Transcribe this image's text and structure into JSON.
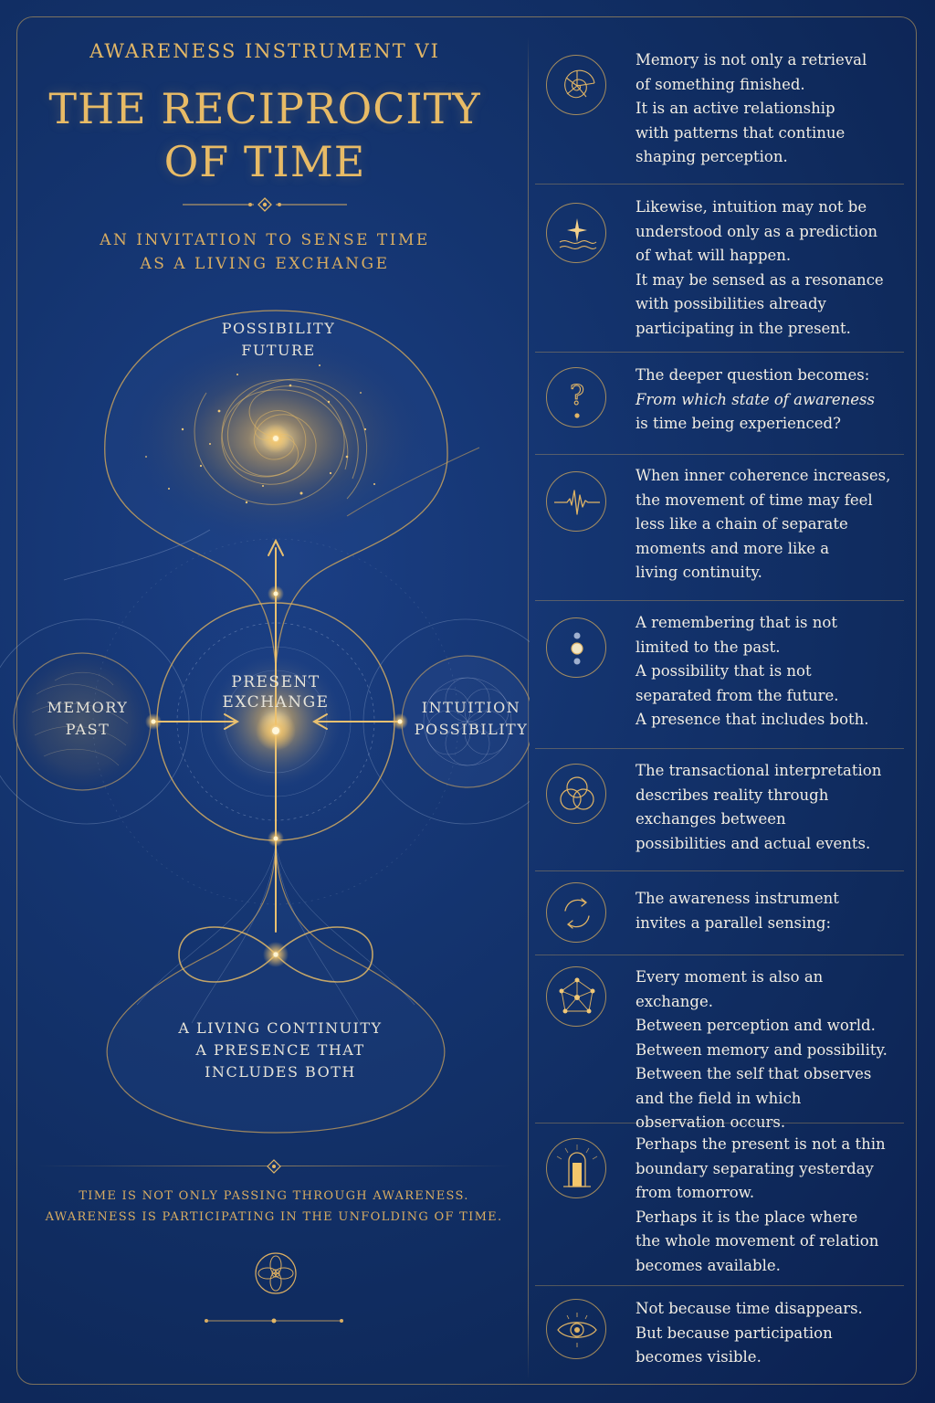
{
  "kicker": "AWARENESS INSTRUMENT VI",
  "title_line1": "THE RECIPROCITY",
  "title_line2": "OF TIME",
  "subtitle_line1": "AN INVITATION TO SENSE TIME",
  "subtitle_line2": "AS A LIVING EXCHANGE",
  "diagram": {
    "top_line1": "POSSIBILITY",
    "top_line2": "FUTURE",
    "left_line1": "MEMORY",
    "left_line2": "PAST",
    "center_line1": "PRESENT",
    "center_line2": "EXCHANGE",
    "right_line1": "INTUITION",
    "right_line2": "POSSIBILITY",
    "bottom_line1": "A LIVING CONTINUITY",
    "bottom_line2": "A PRESENCE THAT",
    "bottom_line3": "INCLUDES BOTH"
  },
  "closing_line1": "TIME IS NOT ONLY PASSING THROUGH AWARENESS.",
  "closing_line2": "AWARENESS IS PARTICIPATING IN THE UNFOLDING OF TIME.",
  "entries": [
    {
      "icon": "nautilus-icon",
      "lines": [
        "Memory is not only a retrieval",
        "of something finished.",
        "It is an active relationship",
        "with patterns that continue",
        "shaping perception."
      ]
    },
    {
      "icon": "star-wave-icon",
      "lines": [
        "Likewise, intuition may not be",
        "understood only as a prediction",
        "of what will happen.",
        "It may be sensed as a resonance",
        "with possibilities already",
        "participating in the present."
      ]
    },
    {
      "icon": "question-icon",
      "lines": [
        "The deeper question becomes:",
        "From which state of awareness",
        "is time being experienced?"
      ]
    },
    {
      "icon": "pulse-icon",
      "lines": [
        "When inner coherence increases,",
        "the movement of time may feel",
        "less like a chain of separate",
        "moments and more like a",
        "living continuity."
      ]
    },
    {
      "icon": "three-dots-icon",
      "lines": [
        "A remembering that is not",
        "limited to the past.",
        "A possibility that is not",
        "separated from the future.",
        "A presence that includes both."
      ]
    },
    {
      "icon": "triple-circle-icon",
      "lines": [
        "The transactional interpretation",
        "describes reality through",
        "exchanges between",
        "possibilities and actual events."
      ]
    },
    {
      "icon": "cycle-arrows-icon",
      "lines": [
        "The awareness instrument",
        "invites a parallel sensing:"
      ]
    },
    {
      "icon": "network-icon",
      "lines": [
        "Every moment is also an exchange.",
        "Between perception and world.",
        "Between memory and possibility.",
        "Between the self that observes",
        "and the field in which",
        "observation occurs."
      ]
    },
    {
      "icon": "doorway-icon",
      "lines": [
        "Perhaps the present is not a thin",
        "boundary separating yesterday",
        "from tomorrow.",
        "Perhaps it is the place where",
        "the whole movement of relation",
        "becomes available."
      ]
    },
    {
      "icon": "eye-icon",
      "lines": [
        "Not because time disappears.",
        "But because participation",
        "becomes visible."
      ]
    }
  ],
  "colors": {
    "background": "#14346f",
    "gold": "#e0b465",
    "text": "#f1ede3"
  }
}
